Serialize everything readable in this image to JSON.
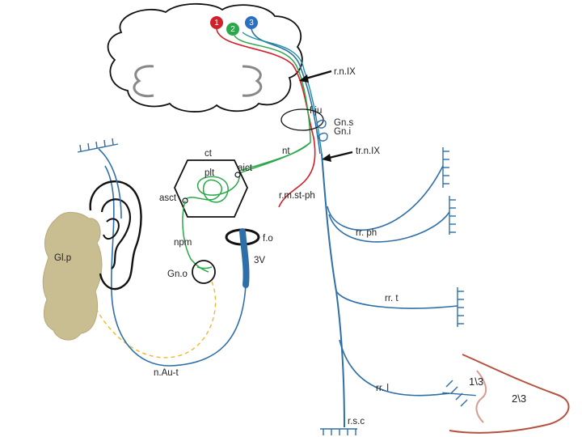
{
  "nuclei": [
    {
      "label": "1",
      "color": "#d0202a"
    },
    {
      "label": "2",
      "color": "#2aa84a"
    },
    {
      "label": "3",
      "color": "#2a6fc0"
    }
  ],
  "labels": {
    "r_n_ix": "r.n.IX",
    "f_ju": "f.ju",
    "gn_s": "Gn.s",
    "gn_i": "Gn.i",
    "tr_n_ix": "tr.n.IX",
    "ct": "ct",
    "nt": "nt",
    "aict": "aict",
    "plt": "plt",
    "asct": "asct",
    "r_m_st_ph": "r.m.st-ph",
    "npm": "npm",
    "f_o": "f.o",
    "gl_p": "Gl.p",
    "v3": "3V",
    "gn_o": "Gn.o",
    "rr_ph": "rr. ph",
    "rr_t": "rr. t",
    "n_au_t": "n.Au-t",
    "rr_l": "rr. l",
    "frac_1_3": "1\\3",
    "frac_2_3": "2\\3",
    "r_s_c": "r.s.c"
  },
  "colors": {
    "blue_nerve": "#2f6fa8",
    "green_nerve": "#2aa84a",
    "red_nerve": "#d0202a",
    "gland": "#c9bd92",
    "tongue_outline": "#b5523f",
    "tongue_divider": "#d99a8e"
  }
}
